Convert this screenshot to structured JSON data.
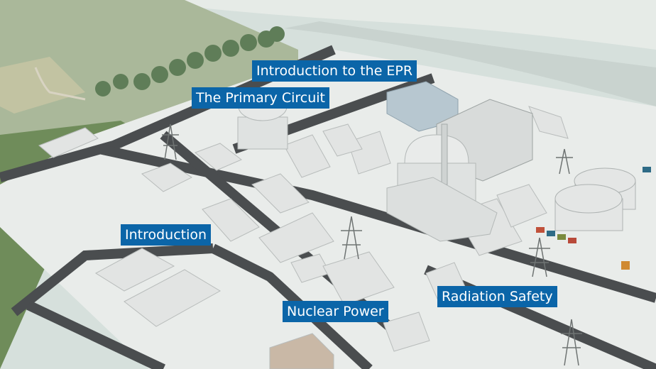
{
  "hotspots": {
    "epr": "Introduction to the EPR",
    "primary": "The Primary Circuit",
    "intro": "Introduction",
    "safety": "Radiation Safety",
    "nuclear": "Nuclear Power"
  },
  "colors": {
    "label_bg": "#0b65a8",
    "label_text": "#ffffff",
    "sea": "#d9e3df",
    "grass": "#7f9a6a",
    "ground": "#e9ecea",
    "road": "#4a4d4f",
    "building": "#e2e4e3"
  }
}
